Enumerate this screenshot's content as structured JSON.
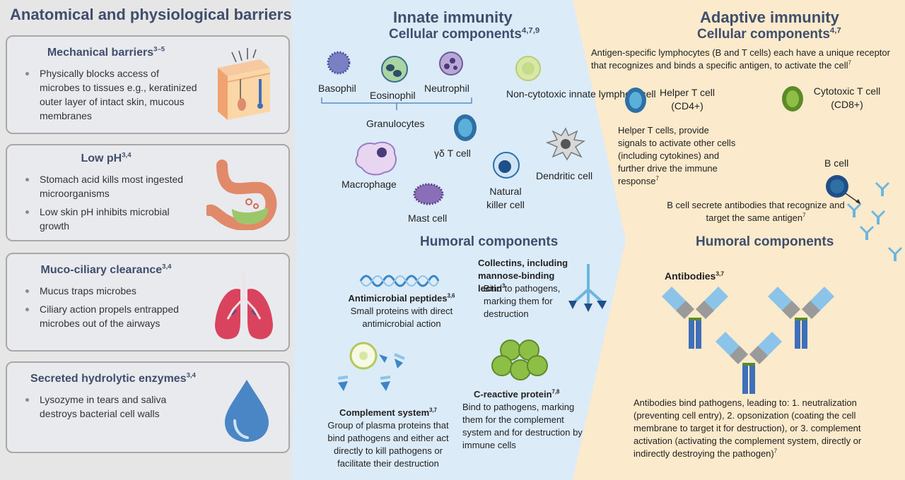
{
  "left": {
    "title": "Anatomical and physiological barriers",
    "cards": [
      {
        "title": "Mechanical barriers",
        "ref": "3–5",
        "icon": "skin-icon",
        "bullets": [
          "Physically blocks access of microbes to tissues e.g., keratinized outer layer of intact skin, mucous membranes"
        ]
      },
      {
        "title": "Low pH",
        "ref": "3,4",
        "icon": "stomach-icon",
        "bullets": [
          "Stomach acid kills most ingested microorganisms",
          "Low skin pH inhibits microbial growth"
        ]
      },
      {
        "title": "Muco-ciliary clearance",
        "ref": "3,4",
        "icon": "lungs-icon",
        "bullets": [
          "Mucus traps microbes",
          "Ciliary action propels entrapped microbes out of the airways"
        ]
      },
      {
        "title": "Secreted hydrolytic enzymes",
        "ref": "3,4",
        "icon": "drop-icon",
        "bullets": [
          "Lysozyme in tears and saliva destroys bacterial cell walls"
        ]
      }
    ]
  },
  "innate": {
    "title": "Innate immunity",
    "cellular_title": "Cellular components",
    "cellular_ref": "4,7,9",
    "cells": {
      "basophil": "Basophil",
      "eosinophil": "Eosinophil",
      "neutrophil": "Neutrophil",
      "granulocytes": "Granulocytes",
      "ilc": "Non-cytotoxic innate lymphoid cell",
      "gdt": "γδ T cell",
      "macrophage": "Macrophage",
      "mast": "Mast cell",
      "nk": "Natural killer cell",
      "dendritic": "Dendritic cell"
    },
    "humoral_title": "Humoral components",
    "amp": {
      "title": "Antimicrobial peptides",
      "ref": "3,6",
      "desc": "Small proteins with direct antimicrobial action"
    },
    "collectins": {
      "title": "Collectins, including mannose-binding lectin",
      "ref": "3",
      "desc": "Bind to pathogens, marking them for destruction"
    },
    "complement": {
      "title": "Complement system",
      "ref": "3,7",
      "desc": "Group of plasma proteins that bind pathogens and either act directly to kill pathogens or facilitate their destruction"
    },
    "crp": {
      "title": "C-reactive protein",
      "ref": "7,8",
      "desc": "Bind to pathogens, marking them for the complement system and for destruction by immune cells"
    }
  },
  "adaptive": {
    "title": "Adaptive immunity",
    "cellular_title": "Cellular components",
    "cellular_ref": "4,7",
    "intro": "Antigen-specific lymphocytes (B and T cells) each have a unique receptor that recognizes and binds a specific antigen, to activate the cell",
    "intro_ref": "7",
    "helper": "Helper T cell (CD4+)",
    "cytotoxic": "Cytotoxic T cell (CD8+)",
    "helper_desc": "Helper T cells, provide signals to activate other cells (including cytokines) and further drive the immune response",
    "helper_ref": "7",
    "bcell": "B cell",
    "bcell_desc": "B cell secrete antibodies that recognize and target the same antigen",
    "bcell_ref": "7",
    "humoral_title": "Humoral components",
    "antibodies_title": "Antibodies",
    "antibodies_ref": "3,7",
    "antibodies_desc": "Antibodies bind pathogens, leading to: 1. neutralization (preventing cell entry), 2. opsonization (coating the cell membrane to target it for destruction), or 3. complement activation (activating the complement system, directly or indirectly destroying the pathogen)",
    "antibodies_desc_ref": "7"
  },
  "colors": {
    "heading": "#3f4e6c",
    "left_bg": "#e6e6e6",
    "mid_bg": "#dcebf8",
    "right_bg": "#fbeacb",
    "antibody": "#3e6fb8"
  }
}
